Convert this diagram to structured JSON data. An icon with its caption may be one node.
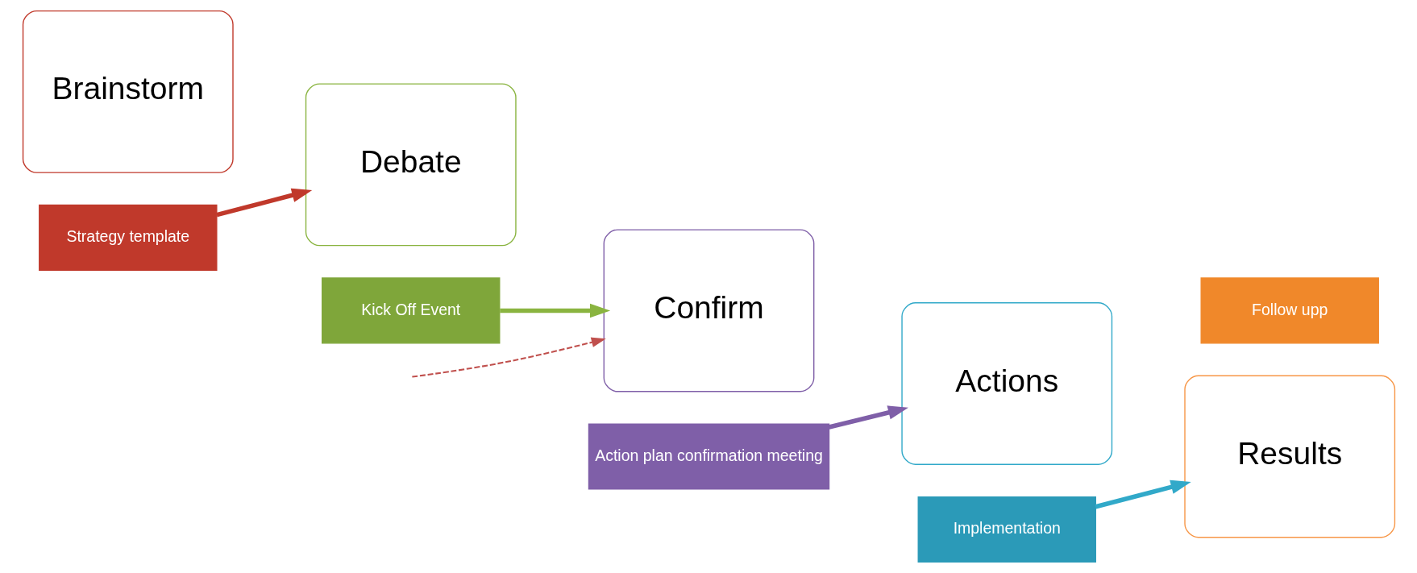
{
  "diagram": {
    "nodes": [
      {
        "text": [
          "Brainstorm"
        ]
      },
      {
        "text": [
          "Strategy template"
        ]
      },
      {
        "text": [
          "Debate"
        ]
      },
      {
        "text": [
          "Kick Off Event"
        ]
      },
      {
        "text": [
          "Confirm"
        ]
      },
      {
        "text": [
          "Action plan confirmation meeting"
        ]
      },
      {
        "text": [
          "Actions"
        ]
      },
      {
        "text": [
          "Implementation"
        ]
      },
      {
        "text": [
          "Results"
        ]
      },
      {
        "text": [
          "Follow upp"
        ]
      }
    ],
    "edges": [
      {
        "from": 1,
        "to": 2,
        "arrow": "to",
        "color": "#c0392b"
      },
      {
        "from": 3,
        "to": 4,
        "arrow": "to",
        "color": "#8ab440"
      },
      {
        "from": null,
        "to": 4,
        "arrow": "to",
        "style": "dashed",
        "color": "#c0504d"
      },
      {
        "from": 5,
        "to": 6,
        "arrow": "to",
        "color": "#7f5fa8"
      },
      {
        "from": 7,
        "to": 8,
        "arrow": "to",
        "color": "#31a9c9"
      }
    ]
  }
}
